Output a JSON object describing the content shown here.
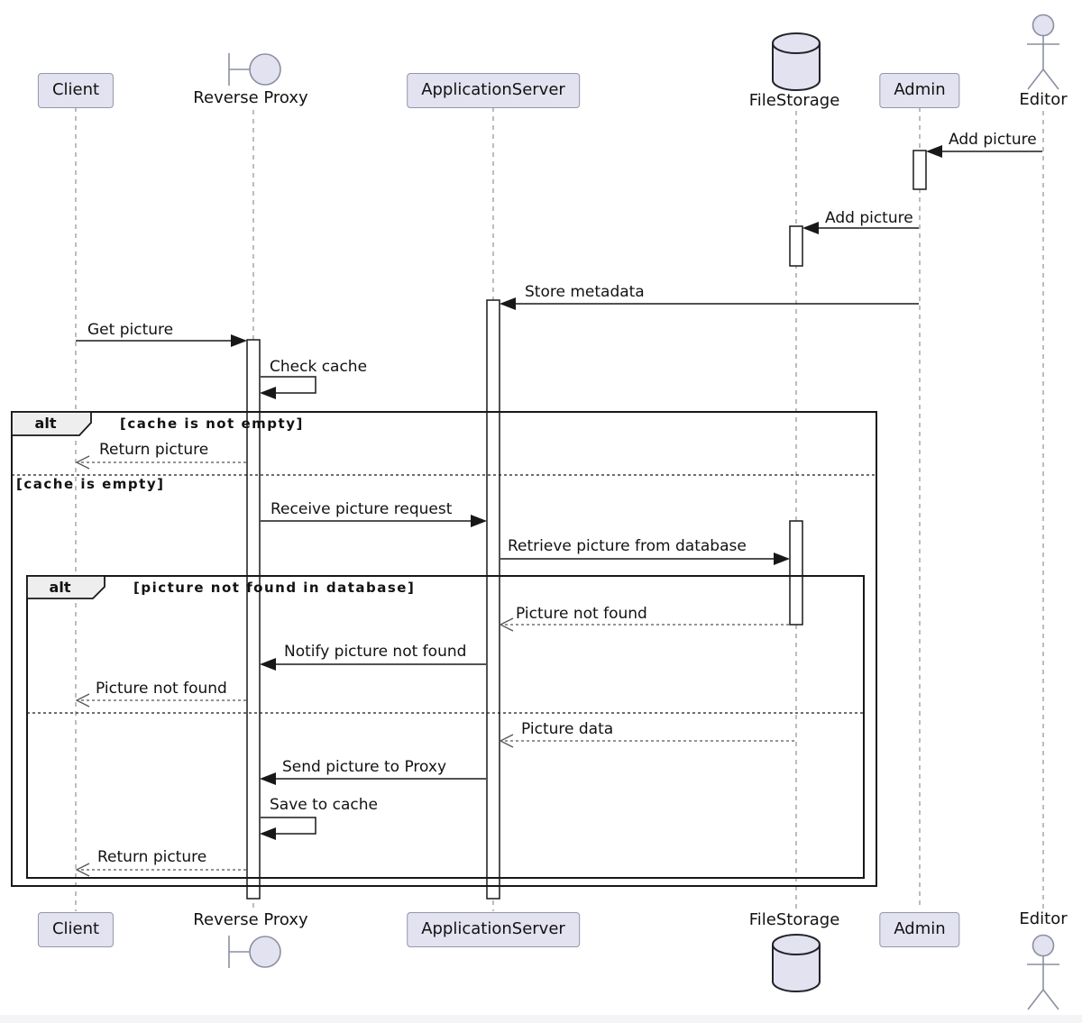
{
  "diagram": {
    "type": "uml-sequence-diagram",
    "participants": [
      {
        "id": "client",
        "kind": "participant",
        "name": "Client"
      },
      {
        "id": "reverse-proxy",
        "kind": "boundary",
        "name": "Reverse Proxy"
      },
      {
        "id": "application-server",
        "kind": "participant",
        "name": "ApplicationServer"
      },
      {
        "id": "file-storage",
        "kind": "database",
        "name": "FileStorage"
      },
      {
        "id": "admin",
        "kind": "participant",
        "name": "Admin"
      },
      {
        "id": "editor",
        "kind": "actor",
        "name": "Editor"
      }
    ],
    "messages": [
      {
        "from": "Editor",
        "to": "Admin",
        "style": "solid",
        "text": "Add picture"
      },
      {
        "from": "Admin",
        "to": "FileStorage",
        "style": "solid",
        "text": "Add picture"
      },
      {
        "from": "Admin",
        "to": "ApplicationServer",
        "style": "solid",
        "text": "Store metadata"
      },
      {
        "from": "Client",
        "to": "Reverse Proxy",
        "style": "solid",
        "text": "Get picture"
      },
      {
        "from": "Reverse Proxy",
        "to": "Reverse Proxy",
        "style": "self",
        "text": "Check cache"
      },
      {
        "from": "Reverse Proxy",
        "to": "Client",
        "style": "return",
        "text": "Return picture"
      },
      {
        "from": "Reverse Proxy",
        "to": "ApplicationServer",
        "style": "solid",
        "text": "Receive picture request"
      },
      {
        "from": "ApplicationServer",
        "to": "FileStorage",
        "style": "solid",
        "text": "Retrieve picture from database"
      },
      {
        "from": "FileStorage",
        "to": "ApplicationServer",
        "style": "return",
        "text": "Picture not found"
      },
      {
        "from": "ApplicationServer",
        "to": "Reverse Proxy",
        "style": "solid",
        "text": "Notify picture not found"
      },
      {
        "from": "Reverse Proxy",
        "to": "Client",
        "style": "return",
        "text": "Picture not found"
      },
      {
        "from": "FileStorage",
        "to": "ApplicationServer",
        "style": "return",
        "text": "Picture data"
      },
      {
        "from": "ApplicationServer",
        "to": "Reverse Proxy",
        "style": "solid",
        "text": "Send picture to Proxy"
      },
      {
        "from": "Reverse Proxy",
        "to": "Reverse Proxy",
        "style": "self",
        "text": "Save to cache"
      },
      {
        "from": "Reverse Proxy",
        "to": "Client",
        "style": "return",
        "text": "Return picture"
      }
    ],
    "fragments": [
      {
        "operator": "alt",
        "guards": [
          "[cache is not empty]",
          "[cache is empty]"
        ]
      },
      {
        "operator": "alt",
        "guards": [
          "[picture not found in database]"
        ]
      }
    ],
    "colors": {
      "participant_fill": "#E2E2F0",
      "participant_border": "#9298a8",
      "frame_line": "#181818",
      "fragment_label_fill": "#EEEEEE",
      "lifeline": "#999999",
      "return_line": "#555555",
      "background": "#FFFFFF"
    }
  }
}
